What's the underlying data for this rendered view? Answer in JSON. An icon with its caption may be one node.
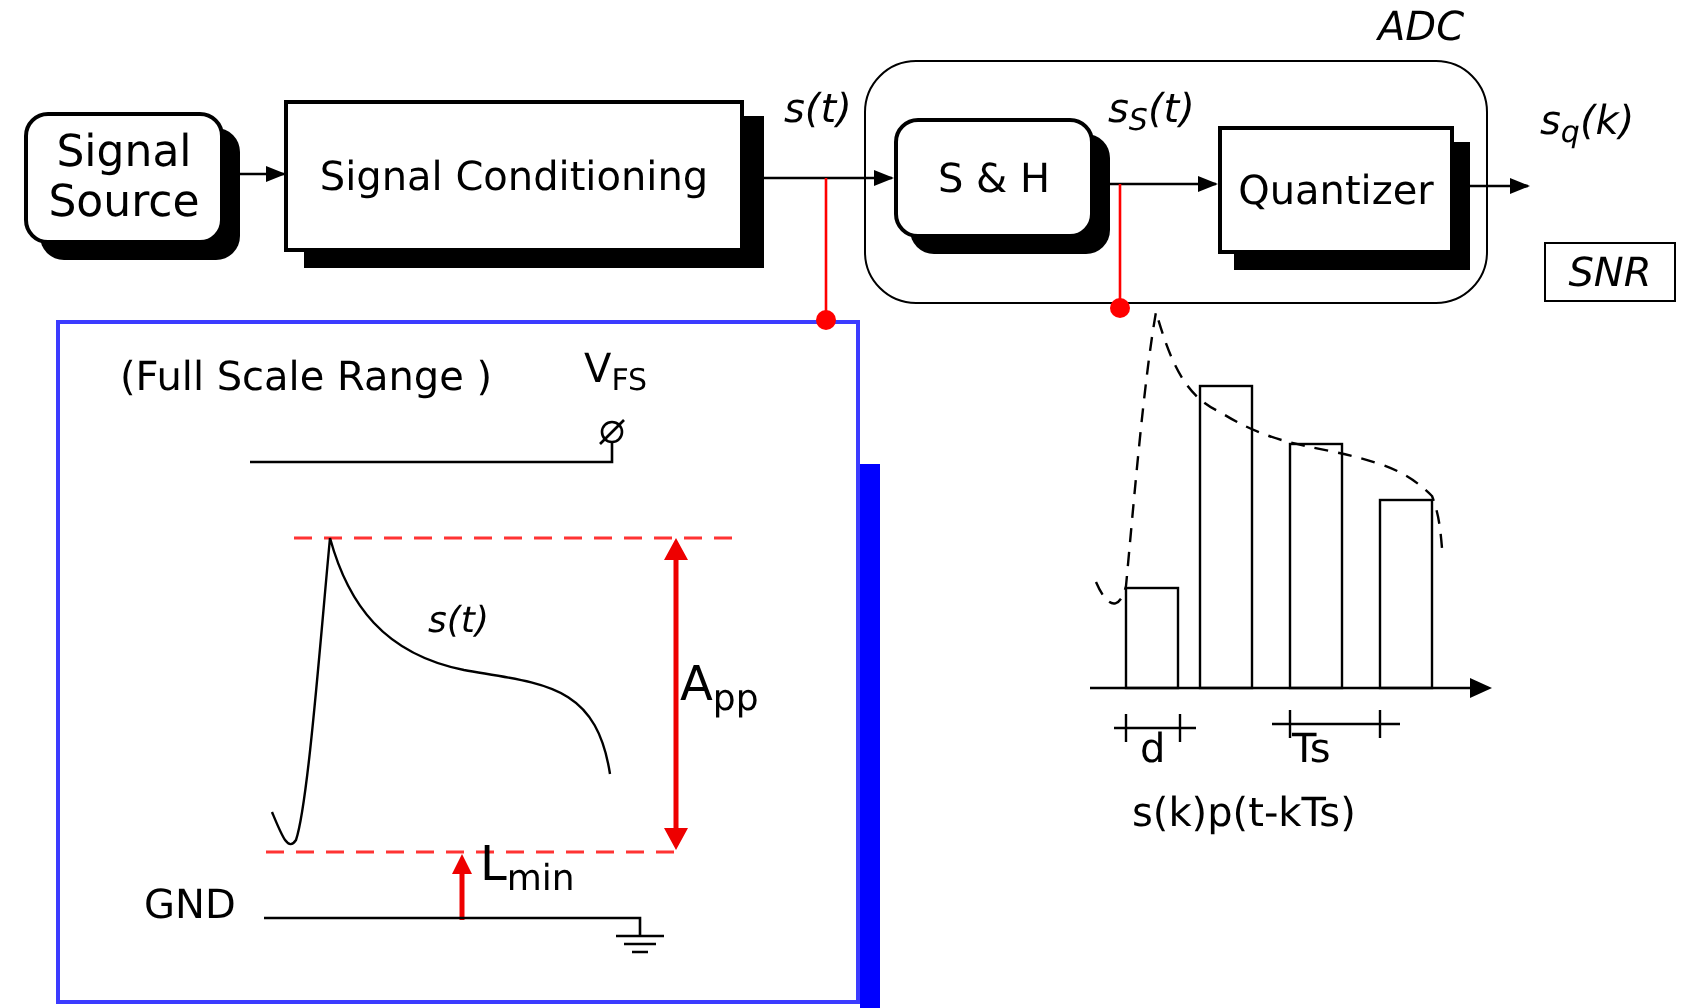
{
  "diagram": {
    "nodes": [
      {
        "text": [
          "Signal Source"
        ]
      },
      {
        "text": [
          "Signal Conditioning"
        ]
      },
      {
        "text": [
          "ADC"
        ]
      },
      {
        "text": [
          "S & H"
        ],
        "in": 2
      },
      {
        "text": [
          "Quantizer"
        ],
        "in": 2
      },
      {
        "text": [
          "SNR"
        ]
      },
      {
        "text": [
          "(Full Scale Range )",
          "V$_{FS}$",
          "s(t)",
          "A$_{pp}$",
          "L$_{min}$",
          "GND"
        ]
      },
      {
        "text": [
          "d",
          "Ts",
          "s(k)p(t-kTs)"
        ]
      }
    ],
    "edges": [
      {
        "from": 0,
        "to": 1,
        "arrow": "to"
      },
      {
        "from": 1,
        "to": 3,
        "arrow": "to",
        "label": "s(t)"
      },
      {
        "from": 3,
        "to": 4,
        "arrow": "to",
        "label": "s$_{S}$(t)"
      },
      {
        "from": 4,
        "to": null,
        "arrow": "to",
        "label": "s$_{q}$(k)"
      },
      {
        "from": null,
        "to": 6,
        "arrow": "other",
        "color": "#ff0000"
      },
      {
        "from": null,
        "to": 7,
        "arrow": "other",
        "color": "#ff0000"
      }
    ]
  }
}
